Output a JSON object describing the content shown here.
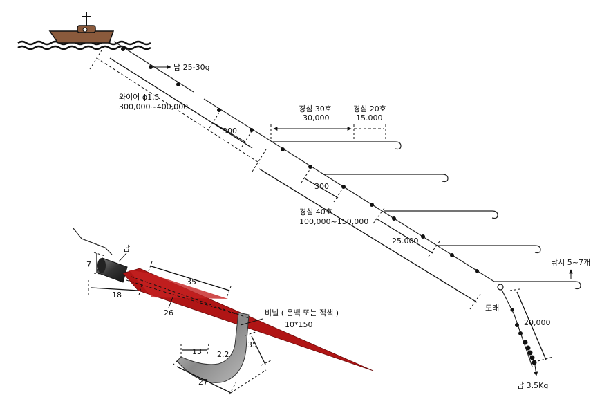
{
  "labels": {
    "weight_top": "납 25-30g",
    "wire_line1": "와이어 ϕ1.5",
    "wire_line2": "300,000~400,000",
    "dim_300_a": "300",
    "branch_30_label": "경심 30호",
    "branch_30_value": "30,000",
    "branch_20_label": "경심 20호",
    "branch_20_value": "15.000",
    "dim_300_b": "300",
    "main_line_label": "경심 40호",
    "main_line_value": "100,000~150,000",
    "dim_25000": "25.000",
    "hooks_count": "낚시 5~7개",
    "swivel": "도래",
    "dim_20000": "20,000",
    "weight_bottom": "납 3.5Kg",
    "lure_lead": "납",
    "lure_vinyl": "비닐 ( 은백  또는  적색 )",
    "lure_vinyl_size": "10*150",
    "d7": "7",
    "d18": "18",
    "d35_top": "35",
    "d26": "26",
    "d13": "13",
    "d22": "2.2",
    "d35_hook": "35",
    "d27": "27"
  },
  "colors": {
    "vinyl": "#b01515",
    "boat": "#8a5a3c",
    "lead": "#555555"
  },
  "icons": {
    "boat": "boat-icon",
    "cross": "cross-icon"
  }
}
